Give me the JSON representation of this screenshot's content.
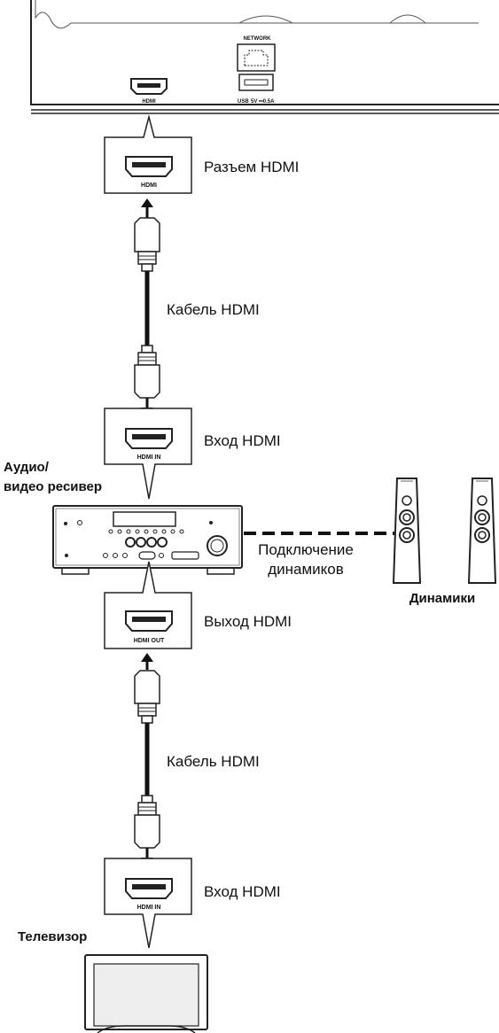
{
  "player_panel": {
    "network_label": "NETWORK",
    "hdmi_label": "HDMI",
    "usb_label": "USB",
    "usb_rating": "5V ⎓0.5A"
  },
  "connectors": {
    "player_hdmi": "HDMI",
    "receiver_in": "HDMI IN",
    "receiver_out": "HDMI OUT",
    "tv_in": "HDMI IN"
  },
  "labels": {
    "hdmi_jack": "Разъем HDMI",
    "cable_1": "Кабель HDMI",
    "input_1": "Вход HDMI",
    "receiver_line1": "Аудио/",
    "receiver_line2": "видео ресивер",
    "speaker_conn_line1": "Подключение",
    "speaker_conn_line2": "динамиков",
    "speakers": "Динамики",
    "output": "Выход HDMI",
    "cable_2": "Кабель HDMI",
    "input_2": "Вход HDMI",
    "tv": "Телевизор"
  }
}
